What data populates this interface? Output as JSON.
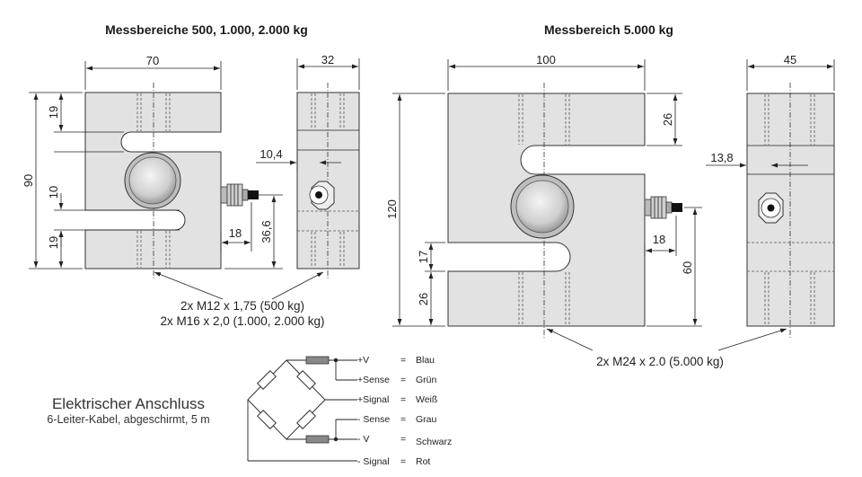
{
  "titles": {
    "left": "Messbereiche 500, 1.000, 2.000 kg",
    "right": "Messbereich 5.000 kg"
  },
  "dims_small": {
    "width": "70",
    "side_width": "32",
    "height": "90",
    "top": "19",
    "slot": "10",
    "bottom": "19",
    "offset": "10,4",
    "connector": "18",
    "connector_height": "36,6"
  },
  "dims_large": {
    "width": "100",
    "side_width": "45",
    "height": "120",
    "top": "26",
    "slot": "17",
    "bottom": "26",
    "offset": "13,8",
    "connector": "18",
    "connector_height": "60"
  },
  "thread_notes": {
    "small_line1": "2x M12 x 1,75 (500 kg)",
    "small_line2": "2x M16 x 2,0 (1.000, 2.000 kg)",
    "large": "2x M24 x 2.0 (5.000 kg)"
  },
  "electrical": {
    "title": "Elektrischer Anschluss",
    "subtitle": "6-Leiter-Kabel, abgeschirmt, 5 m",
    "wires": [
      {
        "signal": "+V",
        "color": "Blau"
      },
      {
        "signal": "+Sense",
        "color": "Grün"
      },
      {
        "signal": "+Signal",
        "color": "Weiß"
      },
      {
        "signal": "- Sense",
        "color": "Grau"
      },
      {
        "signal": "- V",
        "color": "Schwarz"
      },
      {
        "signal": "- Signal",
        "color": "Rot"
      }
    ],
    "equals": "="
  },
  "colors": {
    "body_fill": "#e2e2e2",
    "line": "#222222"
  }
}
